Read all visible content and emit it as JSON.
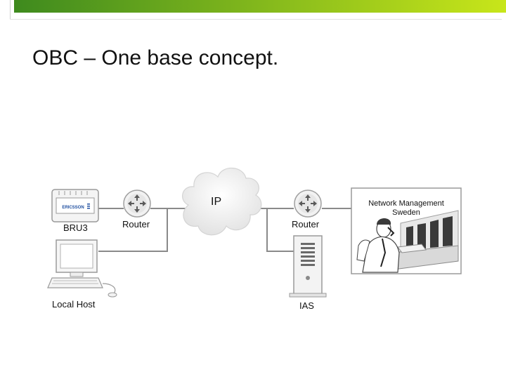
{
  "slide": {
    "title": "OBC – One base concept.",
    "accent_colors": [
      "#3e8a1e",
      "#c8e61a"
    ]
  },
  "diagram": {
    "cloud_label": "IP",
    "nodes": {
      "bru": {
        "label": "BRU3",
        "logo_text": "ERICSSON"
      },
      "local_host": {
        "label": "Local Host"
      },
      "router_left": {
        "label": "Router"
      },
      "router_right": {
        "label": "Router"
      },
      "ias": {
        "label": "IAS"
      },
      "network_management": {
        "line1": "Network Management",
        "line2": "Sweden"
      }
    }
  }
}
